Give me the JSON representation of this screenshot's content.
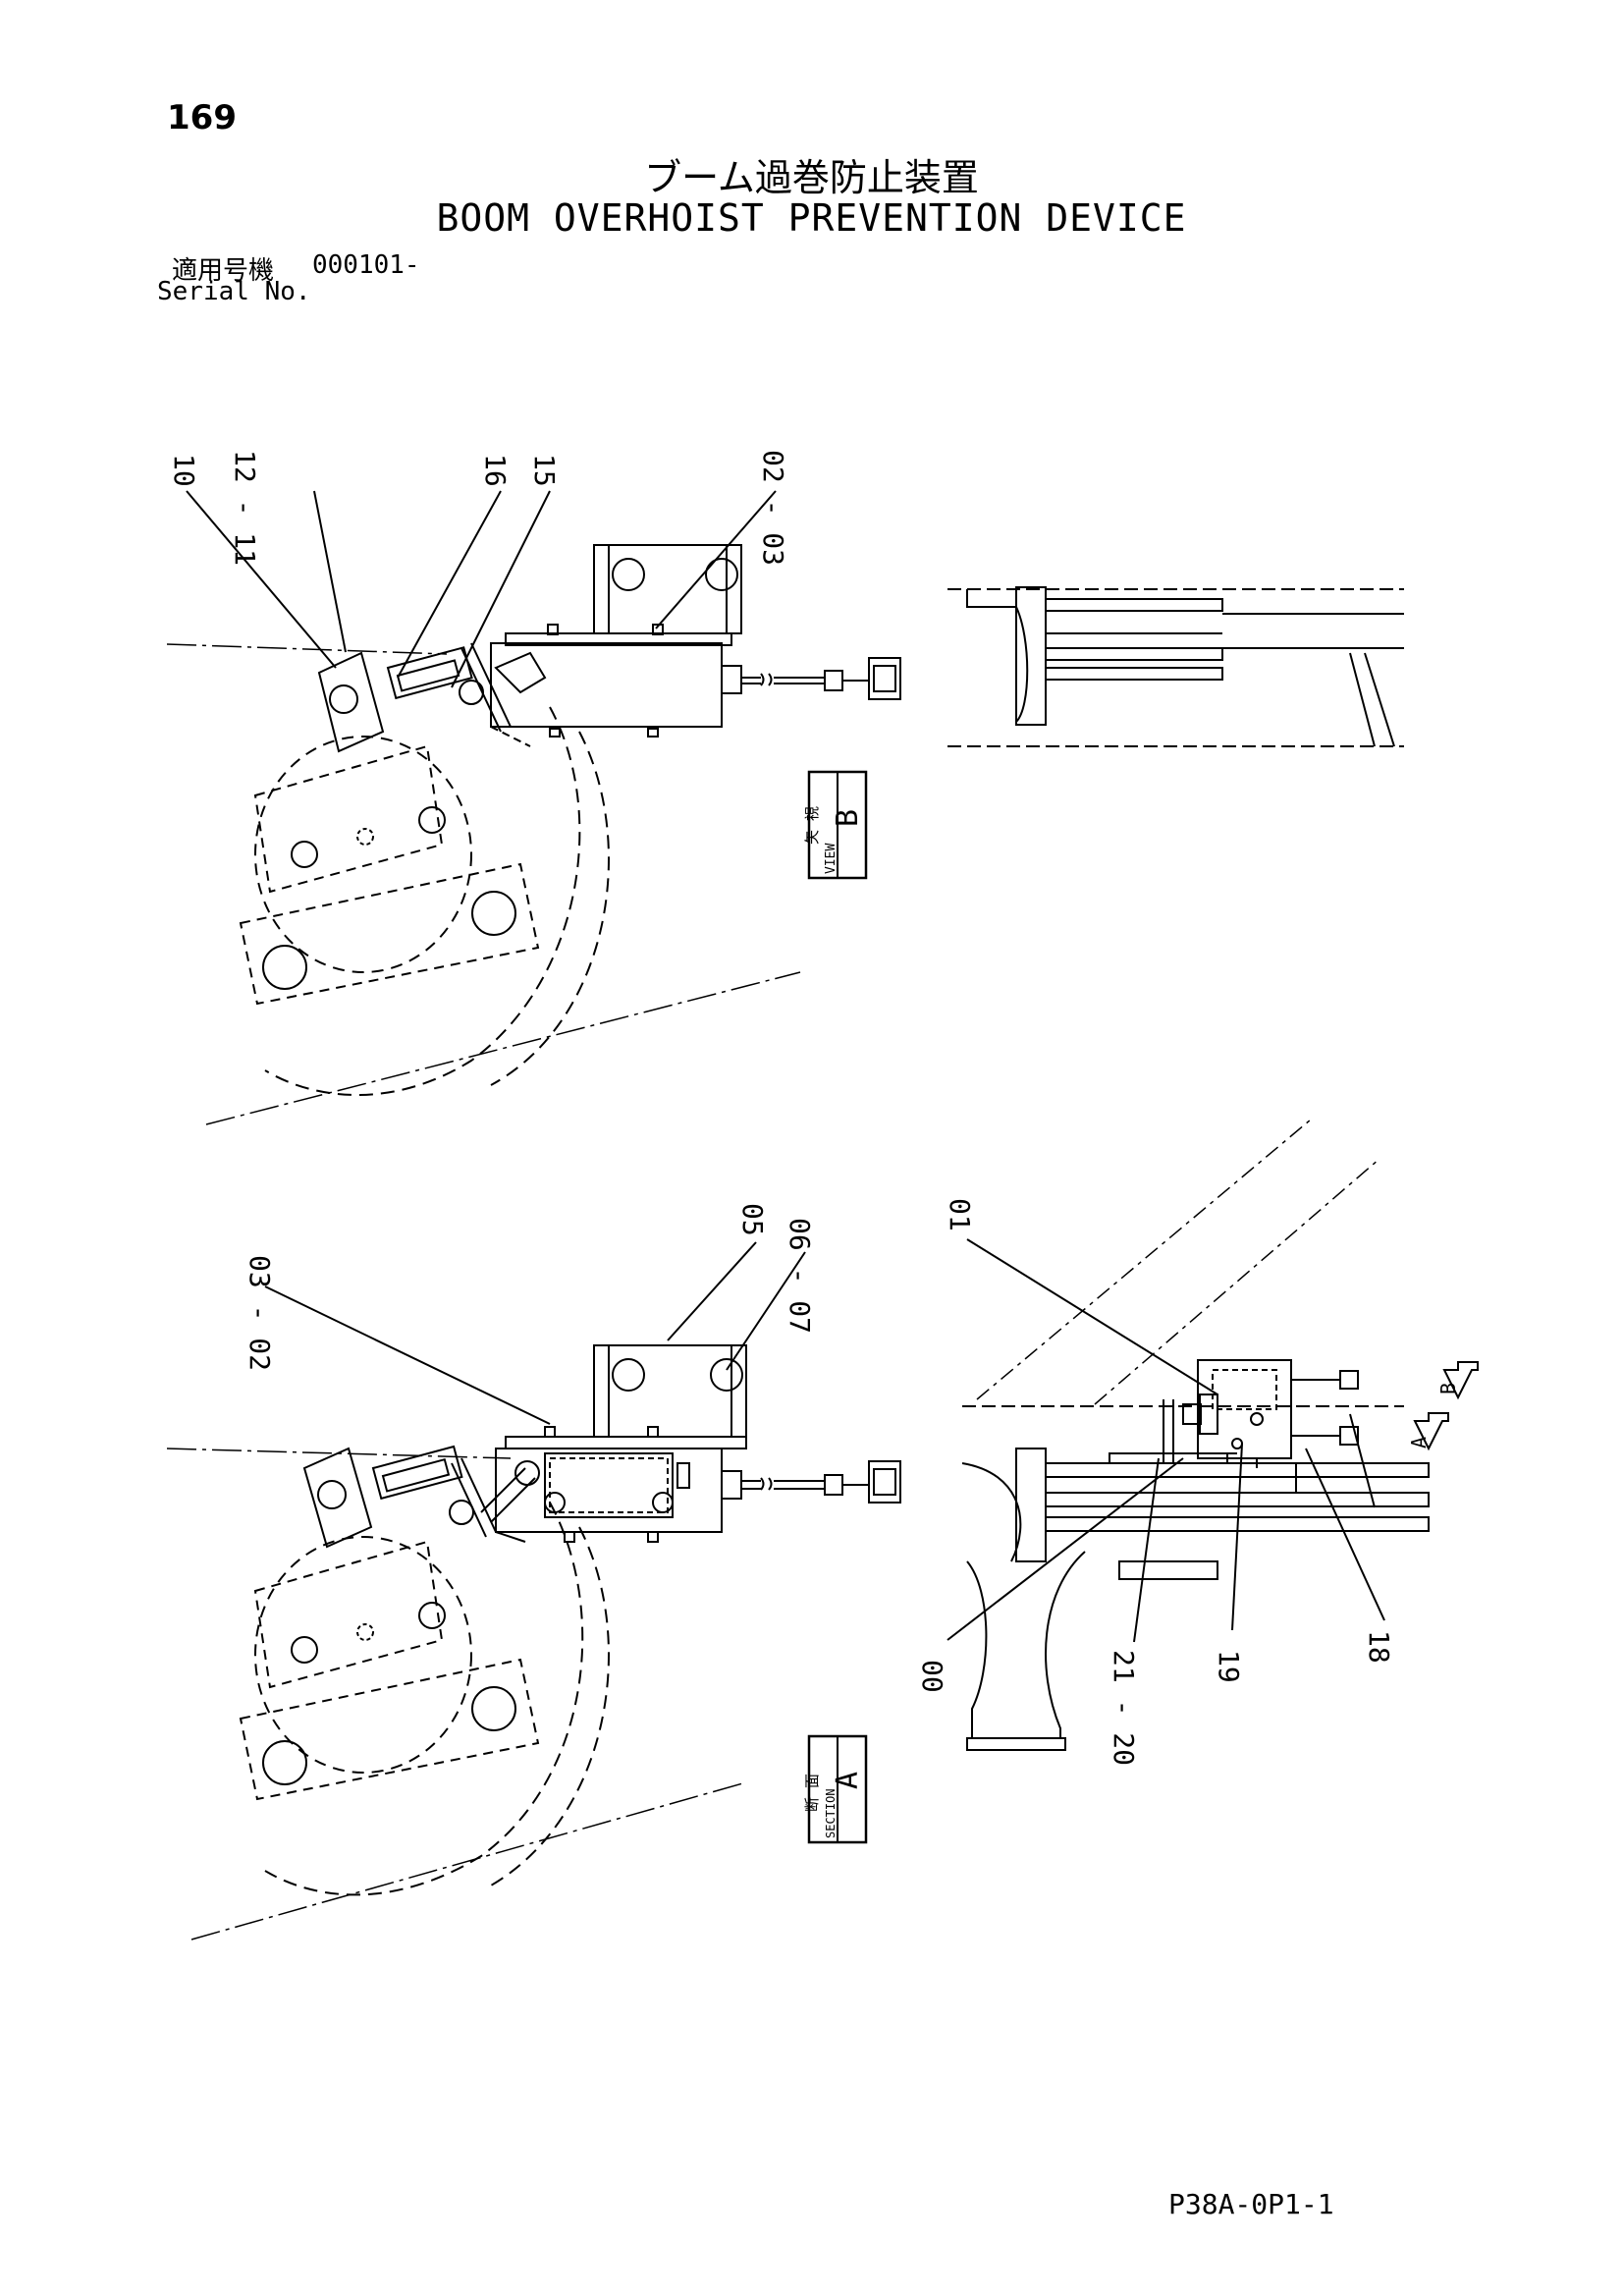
{
  "page": {
    "number": "169"
  },
  "title": {
    "japanese": "ブーム過巻防止装置",
    "english": "BOOM OVERHOIST PREVENTION DEVICE"
  },
  "serial": {
    "label_japanese": "適用号機",
    "value": "000101-",
    "label_english": "Serial No."
  },
  "drawing_code": "P38A-0P1-1",
  "view_b": {
    "callouts": [
      "10",
      "12 - 11",
      "16",
      "15",
      "02 - 03"
    ],
    "tag": {
      "japanese": "矢 視",
      "english": "VIEW",
      "letter": "B"
    }
  },
  "section_a": {
    "callouts": [
      "03 - 02",
      "05",
      "06 - 07"
    ],
    "tag": {
      "japanese": "断 面",
      "english": "SECTION",
      "letter": "A"
    }
  },
  "assembly": {
    "callouts": [
      "01",
      "00",
      "21 - 20",
      "19",
      "18"
    ],
    "arrows": [
      "B",
      "A"
    ]
  }
}
